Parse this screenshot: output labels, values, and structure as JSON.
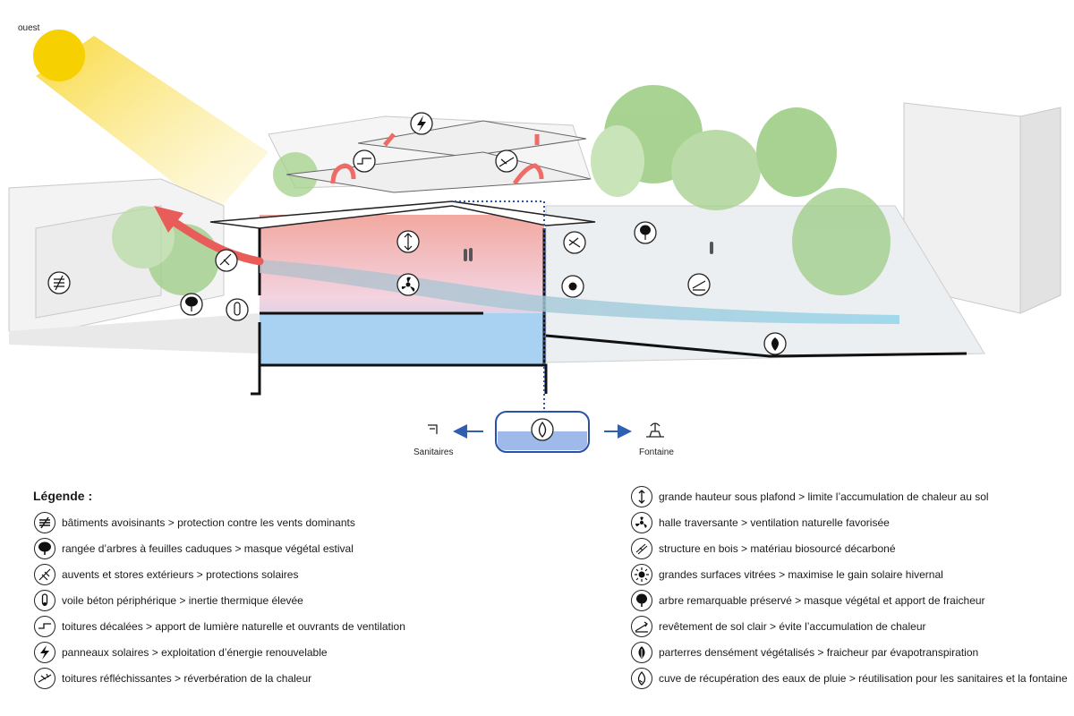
{
  "diagram": {
    "orientation_label": "ouest",
    "tank_labels": {
      "left": "Sanitaires",
      "right": "Fontaine"
    }
  },
  "legend": {
    "title": "Légende :",
    "left": [
      {
        "icon": "wind-shield-icon",
        "text": "bâtiments avoisinants > protection contre les vents dominants"
      },
      {
        "icon": "deciduous-tree-icon",
        "text": "rangée d’arbres à feuilles caduques > masque végétal estival"
      },
      {
        "icon": "awning-icon",
        "text": "auvents et stores extérieurs > protections solaires"
      },
      {
        "icon": "thermometer-icon",
        "text": "voile béton périphérique > inertie thermique élevée"
      },
      {
        "icon": "offset-roof-icon",
        "text": "toitures décalées > apport de lumière naturelle et ouvrants de ventilation"
      },
      {
        "icon": "lightning-icon",
        "text": "panneaux solaires > exploitation d’énergie renouvelable"
      },
      {
        "icon": "reflective-roof-icon",
        "text": "toitures réfléchissantes > réverbération de la chaleur"
      }
    ],
    "right": [
      {
        "icon": "vertical-arrows-icon",
        "text": "grande hauteur sous plafond > limite l’accumulation de chaleur au sol"
      },
      {
        "icon": "fan-icon",
        "text": "halle traversante > ventilation naturelle favorisée"
      },
      {
        "icon": "wood-icon",
        "text": "structure en bois > matériau biosourcé décarboné"
      },
      {
        "icon": "sun-icon",
        "text": "grandes surfaces vitrées > maximise le gain solaire hivernal"
      },
      {
        "icon": "tree-icon",
        "text": "arbre remarquable préservé > masque végétal et apport de fraicheur"
      },
      {
        "icon": "light-ground-icon",
        "text": "revêtement de sol clair > évite l’accumulation de chaleur"
      },
      {
        "icon": "leaf-icon",
        "text": "parterres densément végétalisés > fraicheur par évapotranspiration"
      },
      {
        "icon": "water-drop-icon",
        "text": "cuve de récupération des eaux de pluie > réutilisation pour les sanitaires et la fontaine"
      }
    ]
  }
}
